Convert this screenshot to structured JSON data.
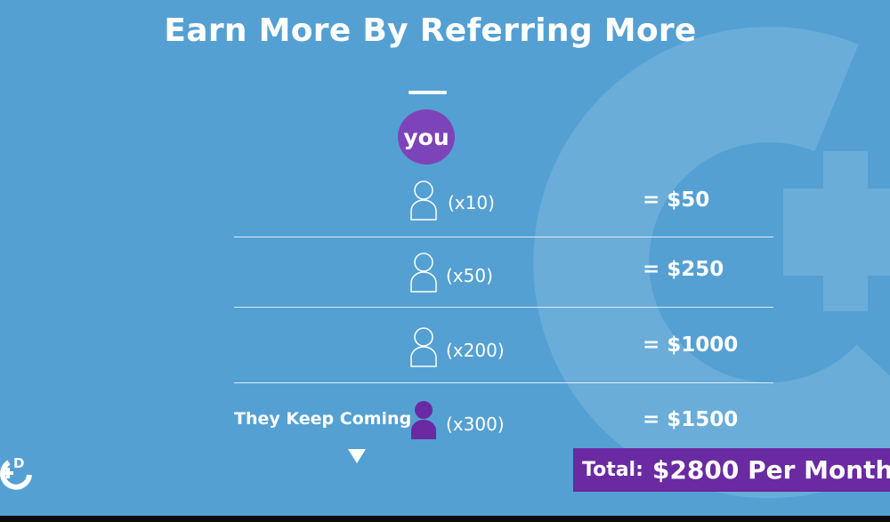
{
  "slide": {
    "title": "Earn More By Referring More",
    "you_badge": "you",
    "tiers": [
      {
        "multiplier": "(x10)",
        "amount": "= $50"
      },
      {
        "multiplier": "(x50)",
        "amount": "= $250"
      },
      {
        "multiplier": "(x200)",
        "amount": "= $1000"
      },
      {
        "multiplier": "(x300)",
        "amount": "= $1500"
      }
    ],
    "keep_coming": "They Keep Coming",
    "total_label": "Total:",
    "total_value": "$2800 Per Month"
  },
  "colors": {
    "background": "#54a0d3",
    "accent_purple": "#7d44b9",
    "total_box": "#6a2aa1",
    "text": "#ffffff"
  },
  "icons": [
    "person-outline-icon",
    "person-filled-icon",
    "down-triangle-icon",
    "brand-logo-icon"
  ]
}
